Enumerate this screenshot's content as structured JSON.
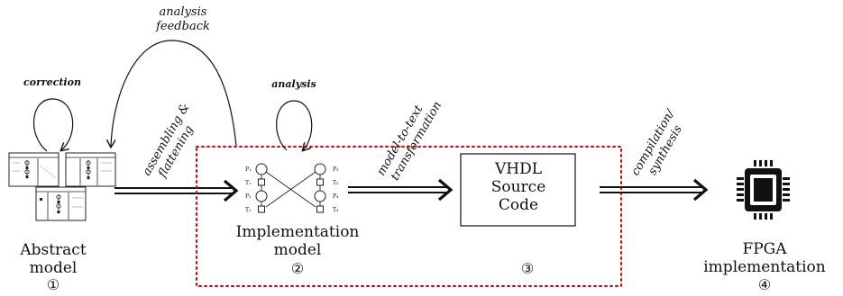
{
  "diagram": {
    "stage1": {
      "label_line1": "Abstract",
      "label_line2": "model",
      "number": "①"
    },
    "stage2": {
      "label_line1": "Implementation",
      "label_line2": "model",
      "number": "②"
    },
    "stage3": {
      "box_line1": "VHDL",
      "box_line2": "Source",
      "box_line3": "Code",
      "number": "③"
    },
    "stage4": {
      "label_line1": "FPGA",
      "label_line2": "implementation",
      "number": "④"
    },
    "loops": {
      "correction": "correction",
      "analysis": "analysis"
    },
    "feedback": {
      "line1": "analysis",
      "line2": "feedback"
    },
    "transitions": {
      "t1_line1": "assembling &",
      "t1_line2": "flattening",
      "t2_line1": "model-to-text",
      "t2_line2": "transformation",
      "t3_line1": "compilation/",
      "t3_line2": "synthesis"
    },
    "petri_net": {
      "places": [
        "P₁",
        "P₂",
        "P₃",
        "P₄"
      ],
      "transitions": [
        "T₁",
        "T₂",
        "T₃",
        "T₄"
      ]
    },
    "colors": {
      "dotted_box": "#e00000",
      "ink": "#111111"
    }
  }
}
